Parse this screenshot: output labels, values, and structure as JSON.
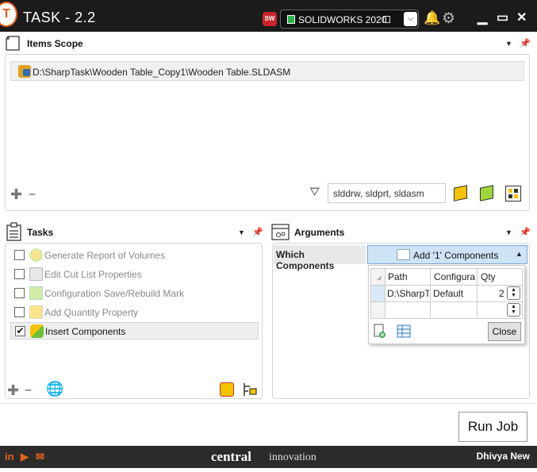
{
  "window": {
    "logo_text": "T",
    "title": "TASK - 2.2",
    "sw_badge": "SW",
    "cad_version": "SOLIDWORKS 2020",
    "dropdown_glyph": "⌵",
    "bell_icon": "🔔",
    "gear_icon": "⚙",
    "minimize": "▁",
    "maximize": "▭",
    "close": "✕"
  },
  "items_scope": {
    "title": "Items Scope",
    "items": [
      {
        "path": "D:\\SharpTask\\Wooden Table_Copy1\\Wooden Table.SLDASM"
      }
    ],
    "add": "✚",
    "remove": "━",
    "filter_icon": "⛛",
    "filter_value": "slddrw, sldprt, sldasm"
  },
  "tasks": {
    "title": "Tasks",
    "items": [
      {
        "label": "Generate Report of Volumes",
        "checked": false
      },
      {
        "label": "Edit Cut List Properties",
        "checked": false
      },
      {
        "label": "Configuration Save/Rebuild Mark",
        "checked": false
      },
      {
        "label": "Add Quantity Property",
        "checked": false
      },
      {
        "label": "Insert Components",
        "checked": true
      }
    ],
    "check_glyph": "✔",
    "add": "✚",
    "remove": "━",
    "globe": "🌐"
  },
  "arguments": {
    "title": "Arguments",
    "which_components_label": "Which Components",
    "add_dropdown_label": "Add '1' Components",
    "dropdown_up": "▲",
    "grid_headers": [
      "Path",
      "Configura",
      "Qty"
    ],
    "grid_rows": [
      {
        "path": "D:\\SharpTa",
        "config": "Default",
        "qty": "2"
      }
    ],
    "close_label": "Close"
  },
  "run_job_label": "Run Job",
  "footer": {
    "linkedin": "in",
    "youtube": "▶",
    "email": "✉",
    "brand_main": "central",
    "brand_sub": "innovation",
    "user_name": "Dhivya New"
  },
  "colors": {
    "accent": "#e55b1d",
    "titlebar": "#1b1b1b",
    "footer": "#2b2b2b",
    "dropdown_selected": "#cfe3f7"
  }
}
